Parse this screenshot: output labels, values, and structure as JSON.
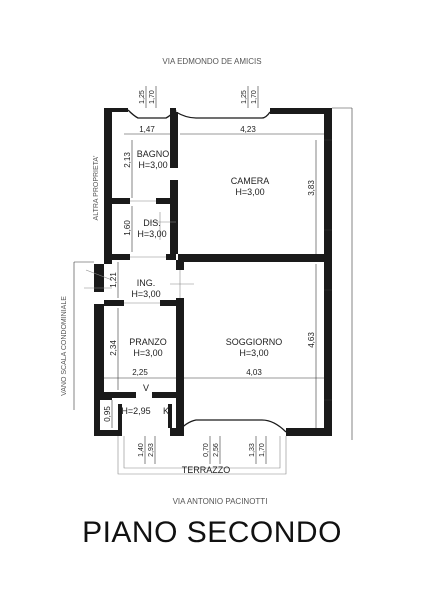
{
  "streets": {
    "top": "VIA EDMONDO DE AMICIS",
    "bottom": "VIA ANTONIO PACINOTTI"
  },
  "sides": {
    "left_upper": "ALTRA PROPRIETA'",
    "left_lower": "VANO SCALA CONDOMINIALE"
  },
  "rooms": {
    "bagno": {
      "name": "BAGNO",
      "height": "H=3,00"
    },
    "camera": {
      "name": "CAMERA",
      "height": "H=3,00"
    },
    "dis": {
      "name": "DIS.",
      "height": "H=3,00"
    },
    "ing": {
      "name": "ING.",
      "height": "H=3,00"
    },
    "pranzo": {
      "name": "PRANZO",
      "height": "H=3,00"
    },
    "soggiorno": {
      "name": "SOGGIORNO",
      "height": "H=3,00"
    },
    "k": {
      "name": "K",
      "height": "H=2,95"
    },
    "terrazzo": {
      "name": "TERRAZZO"
    }
  },
  "symbols": {
    "vent": "V"
  },
  "dimensions": {
    "top_left_125": "1,25",
    "top_left_170": "1,70",
    "top_right_125": "1,25",
    "top_right_170": "1,70",
    "bagno_width": "1,47",
    "camera_width": "4,23",
    "bagno_depth": "2,13",
    "camera_depth": "3,83",
    "dis_depth": "1,60",
    "ing_depth": "1,21",
    "pranzo_depth": "2,34",
    "soggiorno_depth": "4,63",
    "pranzo_width": "2,25",
    "soggiorno_width": "4,03",
    "k_depth": "0,95",
    "bottom_140": "1,40",
    "bottom_293": "2,93",
    "bottom_070": "0,70",
    "bottom_256": "2,56",
    "bottom_133": "1,33",
    "bottom_170": "1,70"
  },
  "title": "PIANO SECONDO"
}
